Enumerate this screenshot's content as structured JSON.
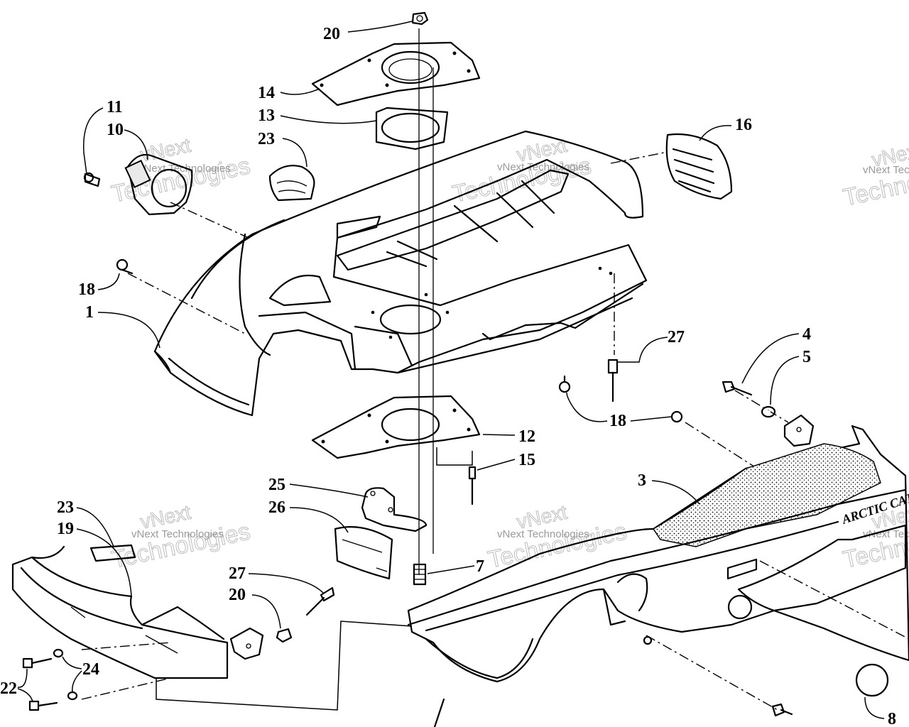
{
  "diagram": {
    "callouts": [
      "20",
      "14",
      "13",
      "23",
      "16",
      "11",
      "10",
      "18",
      "1",
      "27",
      "4",
      "5",
      "18",
      "12",
      "15",
      "25",
      "26",
      "3",
      "23",
      "19",
      "7",
      "27",
      "20",
      "24",
      "22",
      "8"
    ],
    "watermark": {
      "line1": "vNext",
      "line2": "Technologies",
      "small": "vNext Technologies"
    },
    "brand_text": "ARCTIC CAT"
  }
}
